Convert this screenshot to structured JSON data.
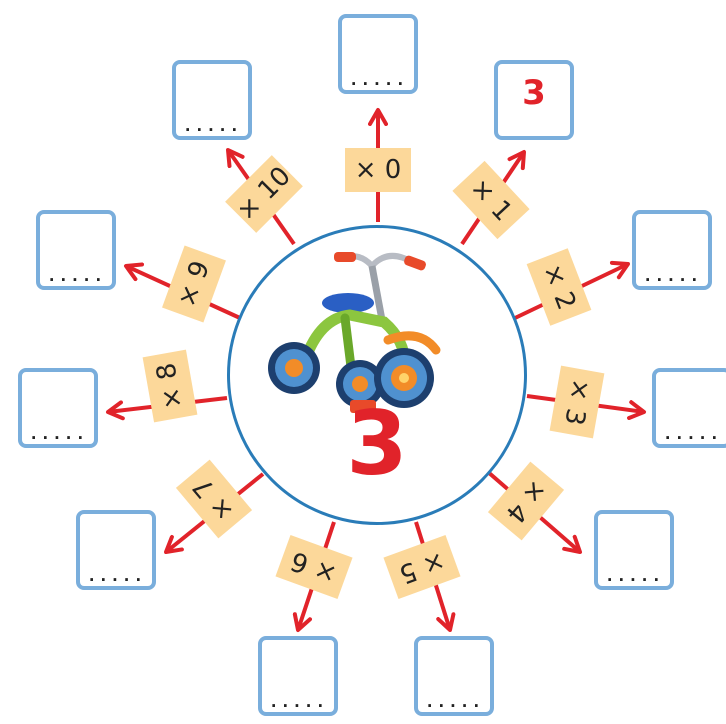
{
  "center_number": "3",
  "answer_placeholder": ".....",
  "colors": {
    "arrow": "#e1232a",
    "circle": "#2a7cb8",
    "box_border": "#7aaedc",
    "label_bg": "#fcd89a",
    "answer_text": "#e1232a"
  },
  "icons": {
    "center_image": "tricycle-icon"
  },
  "spokes": [
    {
      "op": "× 0",
      "answer": ""
    },
    {
      "op": "× 1",
      "answer": "3"
    },
    {
      "op": "× 2",
      "answer": ""
    },
    {
      "op": "× 3",
      "answer": ""
    },
    {
      "op": "× 4",
      "answer": ""
    },
    {
      "op": "× 5",
      "answer": ""
    },
    {
      "op": "× 6",
      "answer": ""
    },
    {
      "op": "× 7",
      "answer": ""
    },
    {
      "op": "× 8",
      "answer": ""
    },
    {
      "op": "× 9",
      "answer": ""
    },
    {
      "op": "× 10",
      "answer": ""
    }
  ]
}
